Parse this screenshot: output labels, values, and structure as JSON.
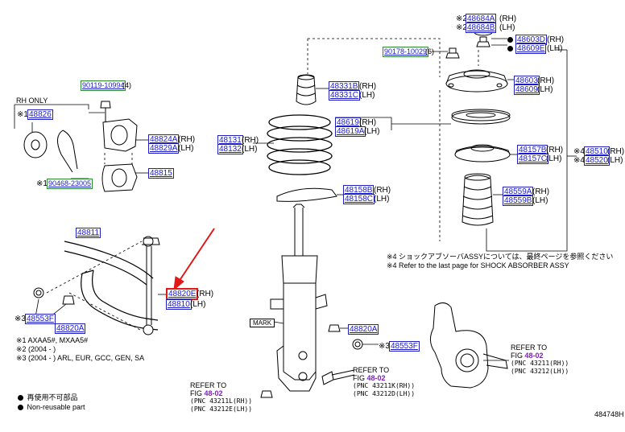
{
  "parts": {
    "p48684A": "48684A",
    "p48684B": "48684B",
    "p48603D": "48603D",
    "p48609E": "48609E",
    "p90178": "90178-10029",
    "p48603": "48603",
    "p48609": "48609",
    "p48331B": "48331B",
    "p48331C": "48331C",
    "p48619": "48619",
    "p48619A": "48619A",
    "p48131": "48131",
    "p48132": "48132",
    "p48157B": "48157B",
    "p48157C": "48157C",
    "p48510": "48510",
    "p48520": "48520",
    "p48158B": "48158B",
    "p48158C": "48158C",
    "p48559A": "48559A",
    "p48559B": "48559B",
    "p90119": "90119-10994",
    "p48826": "48826",
    "p48824A": "48824A",
    "p48829A": "48829A",
    "p48815": "48815",
    "p90468": "90468-23005",
    "p48811": "48811",
    "p48820E": "48820E",
    "p48810": "48810",
    "p48553F_left": "48553F",
    "p48820A_left": "48820A",
    "p48820A_right": "48820A",
    "p48553F_right": "48553F"
  },
  "suffix": {
    "rh": "(RH)",
    "lh": "(LH)",
    "q4": "(4)",
    "q6": "(6)"
  },
  "marks": {
    "x1": "※1",
    "x2": "※2",
    "x3": "※3",
    "x4": "※4"
  },
  "labels": {
    "rh_only": "RH ONLY",
    "mark": "MARK"
  },
  "notes": {
    "n1": "※1 AXAA5#, MXAA5#",
    "n2": "※2 (2004 -      )",
    "n3": "※3 (2004 -      ) ARL, EUR, GCC, GEN, SA",
    "shock_jp": "※4 ショックアブソーバASSYについては、最終ページを参照ください",
    "shock_en": "※4 Refer to the last page for SHOCK ABSORBER ASSY"
  },
  "refs": {
    "refer_to": "REFER TO",
    "fig": "FIG",
    "fig_num": "48-02",
    "pnc_43211L": "(PNC 43211L(RH))",
    "pnc_43212E": "(PNC 43212E(LH))",
    "pnc_43211K": "(PNC 43211K(RH))",
    "pnc_43212D": "(PNC 43212D(LH))",
    "pnc_43211": "(PNC 43211(RH))",
    "pnc_43212": "(PNC 43212(LH))"
  },
  "legend": {
    "nonreuse_jp": "再使用不可部品",
    "nonreuse_en": "Non-reusable part"
  },
  "illustration_id": "484748H",
  "colors": {
    "part_link": "#1a1ad0",
    "part_border": "#2020c0",
    "bolt_border": "#2c8c2c",
    "highlight": "#e01818",
    "fig_ref": "#7a1fbf"
  }
}
